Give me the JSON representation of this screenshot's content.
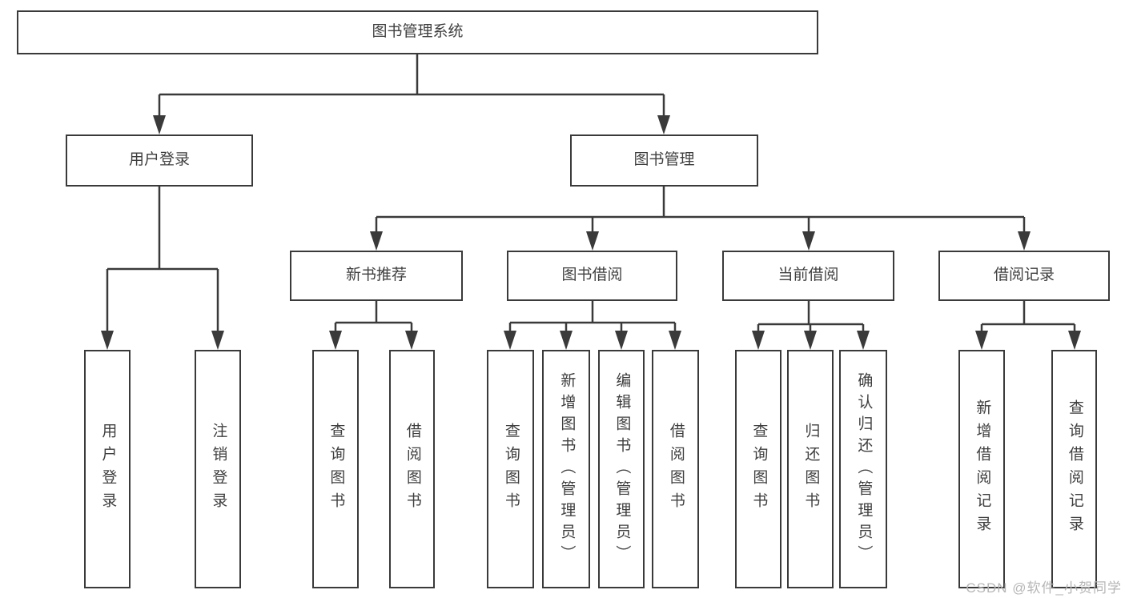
{
  "diagram": {
    "root": {
      "label": "图书管理系统"
    },
    "level2": [
      {
        "label": "用户登录"
      },
      {
        "label": "图书管理"
      }
    ],
    "level3": [
      {
        "label": "新书推荐"
      },
      {
        "label": "图书借阅"
      },
      {
        "label": "当前借阅"
      },
      {
        "label": "借阅记录"
      }
    ],
    "leaves": {
      "user_login": [
        "用户登录",
        "注销登录"
      ],
      "new_book": [
        "查询图书",
        "借阅图书"
      ],
      "book_borrow": [
        "查询图书",
        "新增图书（管理员）",
        "编辑图书（管理员）",
        "借阅图书"
      ],
      "current_borrow": [
        "查询图书",
        "归还图书",
        "确认归还（管理员）"
      ],
      "borrow_record": [
        "新增借阅记录",
        "查询借阅记录"
      ]
    }
  },
  "watermark": {
    "text": "CSDN @软件_小贺同学"
  },
  "colors": {
    "line": "#3a3a3a",
    "text": "#3f3f3f",
    "background": "#ffffff",
    "watermark": "#b6b6b6"
  }
}
